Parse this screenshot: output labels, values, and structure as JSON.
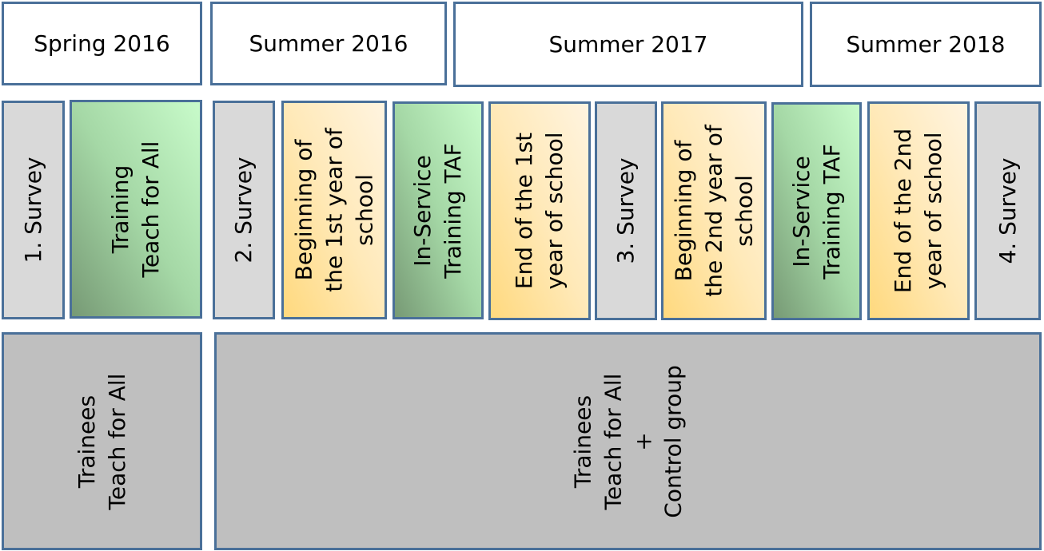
{
  "periods": [
    "Spring 2016",
    "Summer 2016",
    "Summer 2017",
    "Summer 2018"
  ],
  "phases": [
    {
      "label": "1. Survey",
      "kind": "survey"
    },
    {
      "label": "Training\nTeach for All",
      "kind": "training"
    },
    {
      "label": "2. Survey",
      "kind": "survey"
    },
    {
      "label": "Beginning of\nthe 1st year of\nschool",
      "kind": "school"
    },
    {
      "label": "In-Service\nTraining TAF",
      "kind": "training"
    },
    {
      "label": "End of the 1st\nyear of school",
      "kind": "school"
    },
    {
      "label": "3. Survey",
      "kind": "survey"
    },
    {
      "label": "Beginning of\nthe 2nd year of\nschool",
      "kind": "school"
    },
    {
      "label": "In-Service\nTraining TAF",
      "kind": "training"
    },
    {
      "label": "End of the 2nd\nyear of school",
      "kind": "school"
    },
    {
      "label": "4. Survey",
      "kind": "survey"
    }
  ],
  "groups": [
    {
      "label": "Trainees\nTeach for All"
    },
    {
      "label": "Trainees\nTeach for All\n+\nControl group"
    }
  ],
  "colors": {
    "border": "#4a7099",
    "survey": "#d9d9d9",
    "group": "#bfbfbf"
  }
}
